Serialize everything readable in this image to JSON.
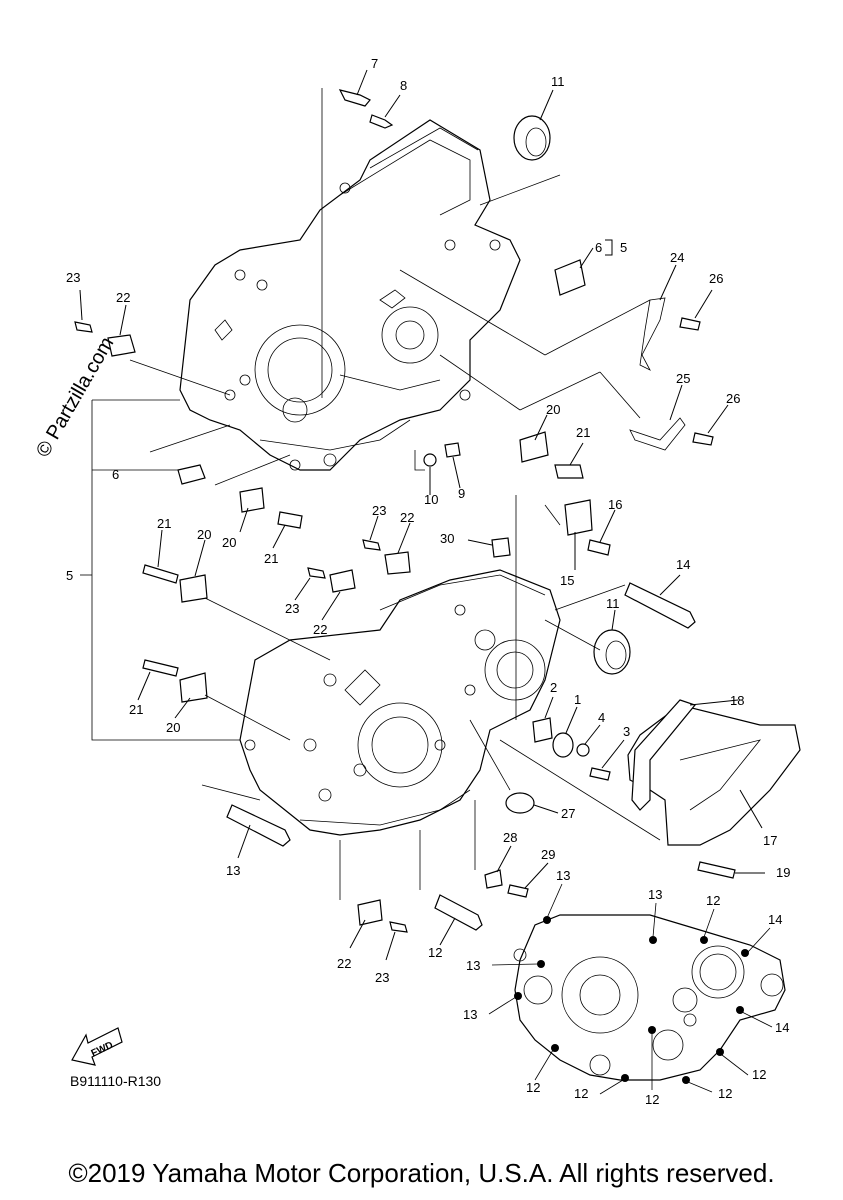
{
  "watermark": "© Partzilla.com",
  "diagram_code": "B911110-R130",
  "copyright": "©2019 Yamaha Motor Corporation, U.S.A. All rights reserved.",
  "fwd_label": "FWD",
  "callouts": {
    "c7": "7",
    "c8": "8",
    "c11a": "11",
    "c6a": "6",
    "c5a": "5",
    "c23a": "23",
    "c22a": "22",
    "c24": "24",
    "c26a": "26",
    "c25": "25",
    "c26b": "26",
    "c20a": "20",
    "c21a": "21",
    "c6b": "6",
    "c10": "10",
    "c9": "9",
    "c16": "16",
    "c15": "15",
    "c23b": "23",
    "c22b": "22",
    "c30": "30",
    "c21b": "21",
    "c20b": "20",
    "c20c": "20",
    "c21c": "21",
    "c5b": "5",
    "c23c": "23",
    "c22c": "22",
    "c14a": "14",
    "c11b": "11",
    "c21d": "21",
    "c20d": "20",
    "c2": "2",
    "c1": "1",
    "c4": "4",
    "c3": "3",
    "c18": "18",
    "c17": "17",
    "c27": "27",
    "c28": "28",
    "c29": "29",
    "c13a": "13",
    "c13b": "13",
    "c12a": "12",
    "c19": "19",
    "c22d": "22",
    "c23d": "23",
    "c12b": "12",
    "c13c": "13",
    "c13d": "13",
    "c13e": "13",
    "c14b": "14",
    "c14c": "14",
    "c12c": "12",
    "c12d": "12",
    "c12e": "12",
    "c12f": "12",
    "c12g": "12"
  }
}
